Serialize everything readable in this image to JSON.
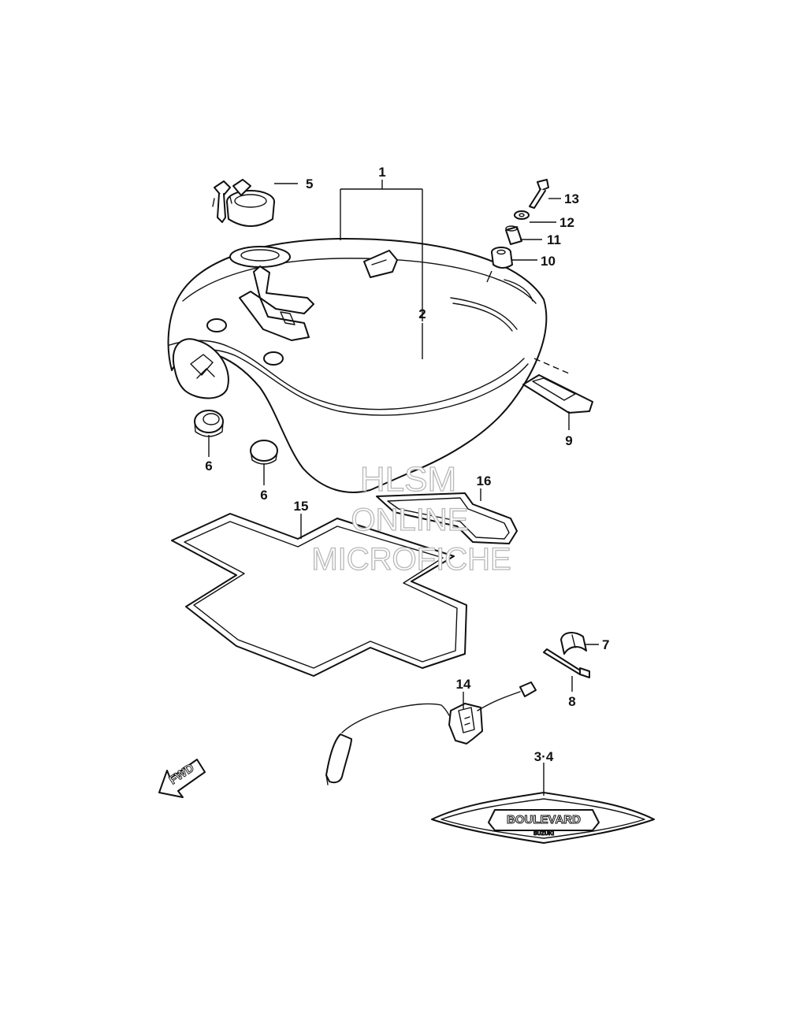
{
  "callouts": {
    "c1": "1",
    "c2": "2",
    "c3_4": "3·4",
    "c5": "5",
    "c6a": "6",
    "c6b": "6",
    "c7": "7",
    "c8": "8",
    "c9": "9",
    "c10": "10",
    "c11": "11",
    "c12": "12",
    "c13": "13",
    "c14": "14",
    "c15": "15",
    "c16": "16"
  },
  "watermark": {
    "line1": "HLSM",
    "line2": "ONLINE",
    "line3": "MICROFICHE"
  },
  "emblem": {
    "brand": "BOULEVARD",
    "maker": "SUZUKI"
  },
  "direction_arrow": {
    "label": "FWD"
  }
}
